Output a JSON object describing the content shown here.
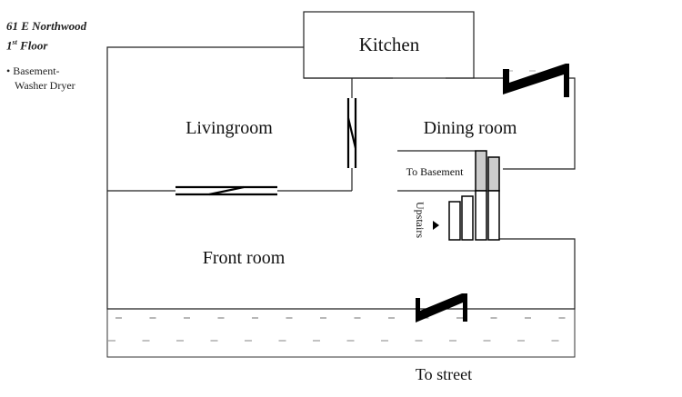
{
  "header": {
    "address": "61 E Northwood",
    "floor_number": "1",
    "floor_suffix": "st",
    "floor_word": "Floor"
  },
  "notes": [
    "Basement-",
    "Washer Dryer"
  ],
  "rooms": {
    "kitchen": "Kitchen",
    "livingroom": "Livingroom",
    "dining_room": "Dining room",
    "front_room": "Front room"
  },
  "labels": {
    "to_basement": "To Basement",
    "upstairs": "Upstairs",
    "to_street": "To street"
  }
}
